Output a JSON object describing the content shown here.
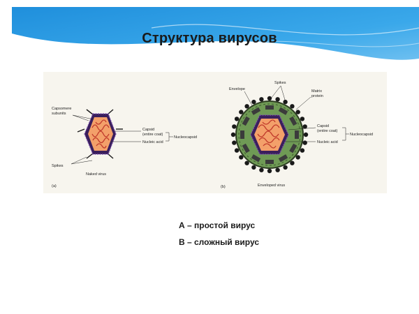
{
  "slide": {
    "title": "Структура вирусов",
    "legend": [
      "А – простой вирус",
      "В – сложный вирус"
    ]
  },
  "figure": {
    "panel_a": {
      "letter": "(a)",
      "caption": "Naked virus",
      "labels": {
        "capsomere_line1": "Capsomere",
        "capsomere_line2": "subunits",
        "capsid_line1": "Capsid",
        "capsid_line2": "(entire coat)",
        "nucleocapsid": "Nucleocapsid",
        "nucleic_acid": "Nucleic acid",
        "spikes": "Spikes"
      }
    },
    "panel_b": {
      "letter": "(b)",
      "caption": "Enveloped virus",
      "labels": {
        "envelope": "Envelope",
        "spikes": "Spikes",
        "matrix_line1": "Matrix",
        "matrix_line2": "protein",
        "capsid_line1": "Capsid",
        "capsid_line2": "(entire coat)",
        "nucleocapsid": "Nucleocapsid",
        "nucleic_acid": "Nucleic acid"
      }
    }
  },
  "colors": {
    "header_blue": "#2f9ee0",
    "capsid_purple": "#3a1f5c",
    "core_orange": "#f3a06a",
    "nucleic_red": "#c0392b",
    "envelope_green": "#6f9a55",
    "spike_dark": "#1a1a1a"
  }
}
